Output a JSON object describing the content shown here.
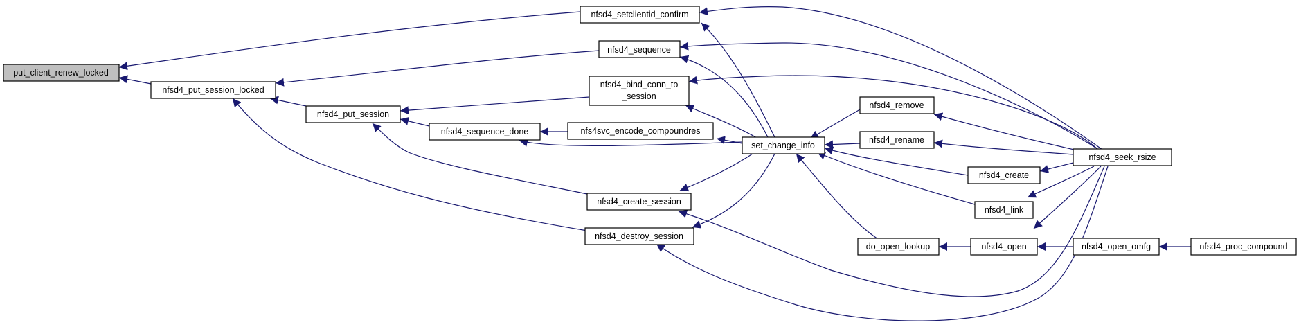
{
  "graph": {
    "nodes": {
      "put_client_renew_locked": "put_client_renew_locked",
      "nfsd4_put_session_locked": "nfsd4_put_session_locked",
      "nfsd4_put_session": "nfsd4_put_session",
      "nfsd4_sequence_done": "nfsd4_sequence_done",
      "nfsd4_setclientid_confirm": "nfsd4_setclientid_confirm",
      "nfsd4_sequence": "nfsd4_sequence",
      "nfsd4_bind_conn_to_session_1": "nfsd4_bind_conn_to",
      "nfsd4_bind_conn_to_session_2": "_session",
      "nfs4svc_encode_compoundres": "nfs4svc_encode_compoundres",
      "nfsd4_create_session": "nfsd4_create_session",
      "nfsd4_destroy_session": "nfsd4_destroy_session",
      "set_change_info": "set_change_info",
      "nfsd4_remove": "nfsd4_remove",
      "nfsd4_rename": "nfsd4_rename",
      "nfsd4_create": "nfsd4_create",
      "nfsd4_link": "nfsd4_link",
      "do_open_lookup": "do_open_lookup",
      "nfsd4_open": "nfsd4_open",
      "nfsd4_seek_rsize": "nfsd4_seek_rsize",
      "nfsd4_open_omfg": "nfsd4_open_omfg",
      "nfsd4_proc_compound": "nfsd4_proc_compound"
    },
    "colors": {
      "edge": "#191970",
      "root_fill": "#bfbfbf",
      "node_fill": "#ffffff",
      "node_border": "#000000"
    }
  }
}
